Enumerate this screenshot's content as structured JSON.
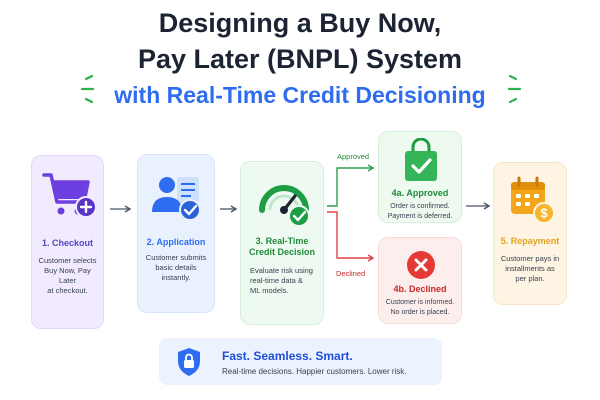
{
  "title": {
    "line1": "Designing a Buy Now,",
    "line2": "Pay Later (BNPL) System",
    "line3": "with Real-Time Credit Decisioning"
  },
  "colors": {
    "title": "#1c2333",
    "accent_blue": "#2f6df0",
    "purple": "#6d3fe0",
    "green": "#1f9d45",
    "red": "#e53935",
    "orange": "#f4a51c",
    "spark_green": "#2bb24c"
  },
  "steps": {
    "checkout": {
      "title": "1. Checkout",
      "lines": [
        "Customer selects",
        "Buy Now, Pay Later",
        "at checkout."
      ],
      "icon": "shopping-cart-plus-icon"
    },
    "application": {
      "title": "2. Application",
      "lines": [
        "Customer submits",
        "basic details",
        "instantly."
      ],
      "icon": "user-form-check-icon"
    },
    "decision": {
      "title_lines": [
        "3. Real-Time",
        "Credit Decision"
      ],
      "lines": [
        "Evaluate risk using",
        "real-time data &",
        "ML models."
      ],
      "icon": "gauge-check-icon"
    },
    "approved": {
      "title": "4a. Approved",
      "lines": [
        "Order is confirmed.",
        "Payment is deferred."
      ],
      "icon": "shopping-bag-check-icon"
    },
    "declined": {
      "title": "4b. Declined",
      "lines": [
        "Customer is informed.",
        "No order is placed."
      ],
      "icon": "x-circle-icon"
    },
    "repayment": {
      "title": "5. Repayment",
      "lines": [
        "Customer pays in",
        "installments as",
        "per plan."
      ],
      "icon": "calendar-dollar-icon"
    }
  },
  "branches": {
    "approved_label": "Approved",
    "declined_label": "Declined"
  },
  "banner": {
    "title": "Fast. Seamless. Smart.",
    "subtitle": "Real-time decisions. Happier customers. Lower risk.",
    "icon": "shield-lock-icon"
  }
}
